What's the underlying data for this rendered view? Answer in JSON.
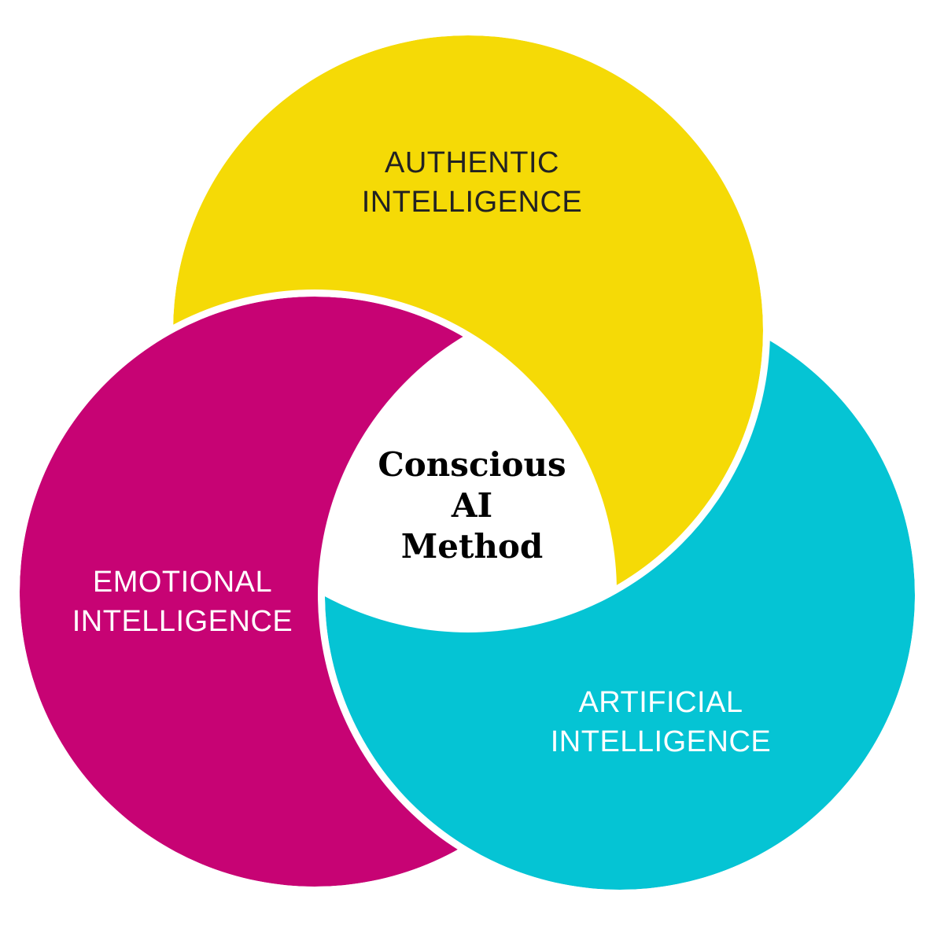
{
  "colors": {
    "authentic": "#F5DA06",
    "emotional": "#C70374",
    "artificial": "#05C4D4",
    "gap": "#FFFFFF"
  },
  "center": {
    "line1": "Conscious",
    "line2": "AI",
    "line3": "Method"
  },
  "circles": {
    "authentic": {
      "line1": "AUTHENTIC",
      "line2": "INTELLIGENCE"
    },
    "emotional": {
      "line1": "EMOTIONAL",
      "line2": "INTELLIGENCE"
    },
    "artificial": {
      "line1": "ARTIFICIAL",
      "line2": "INTELLIGENCE"
    }
  }
}
